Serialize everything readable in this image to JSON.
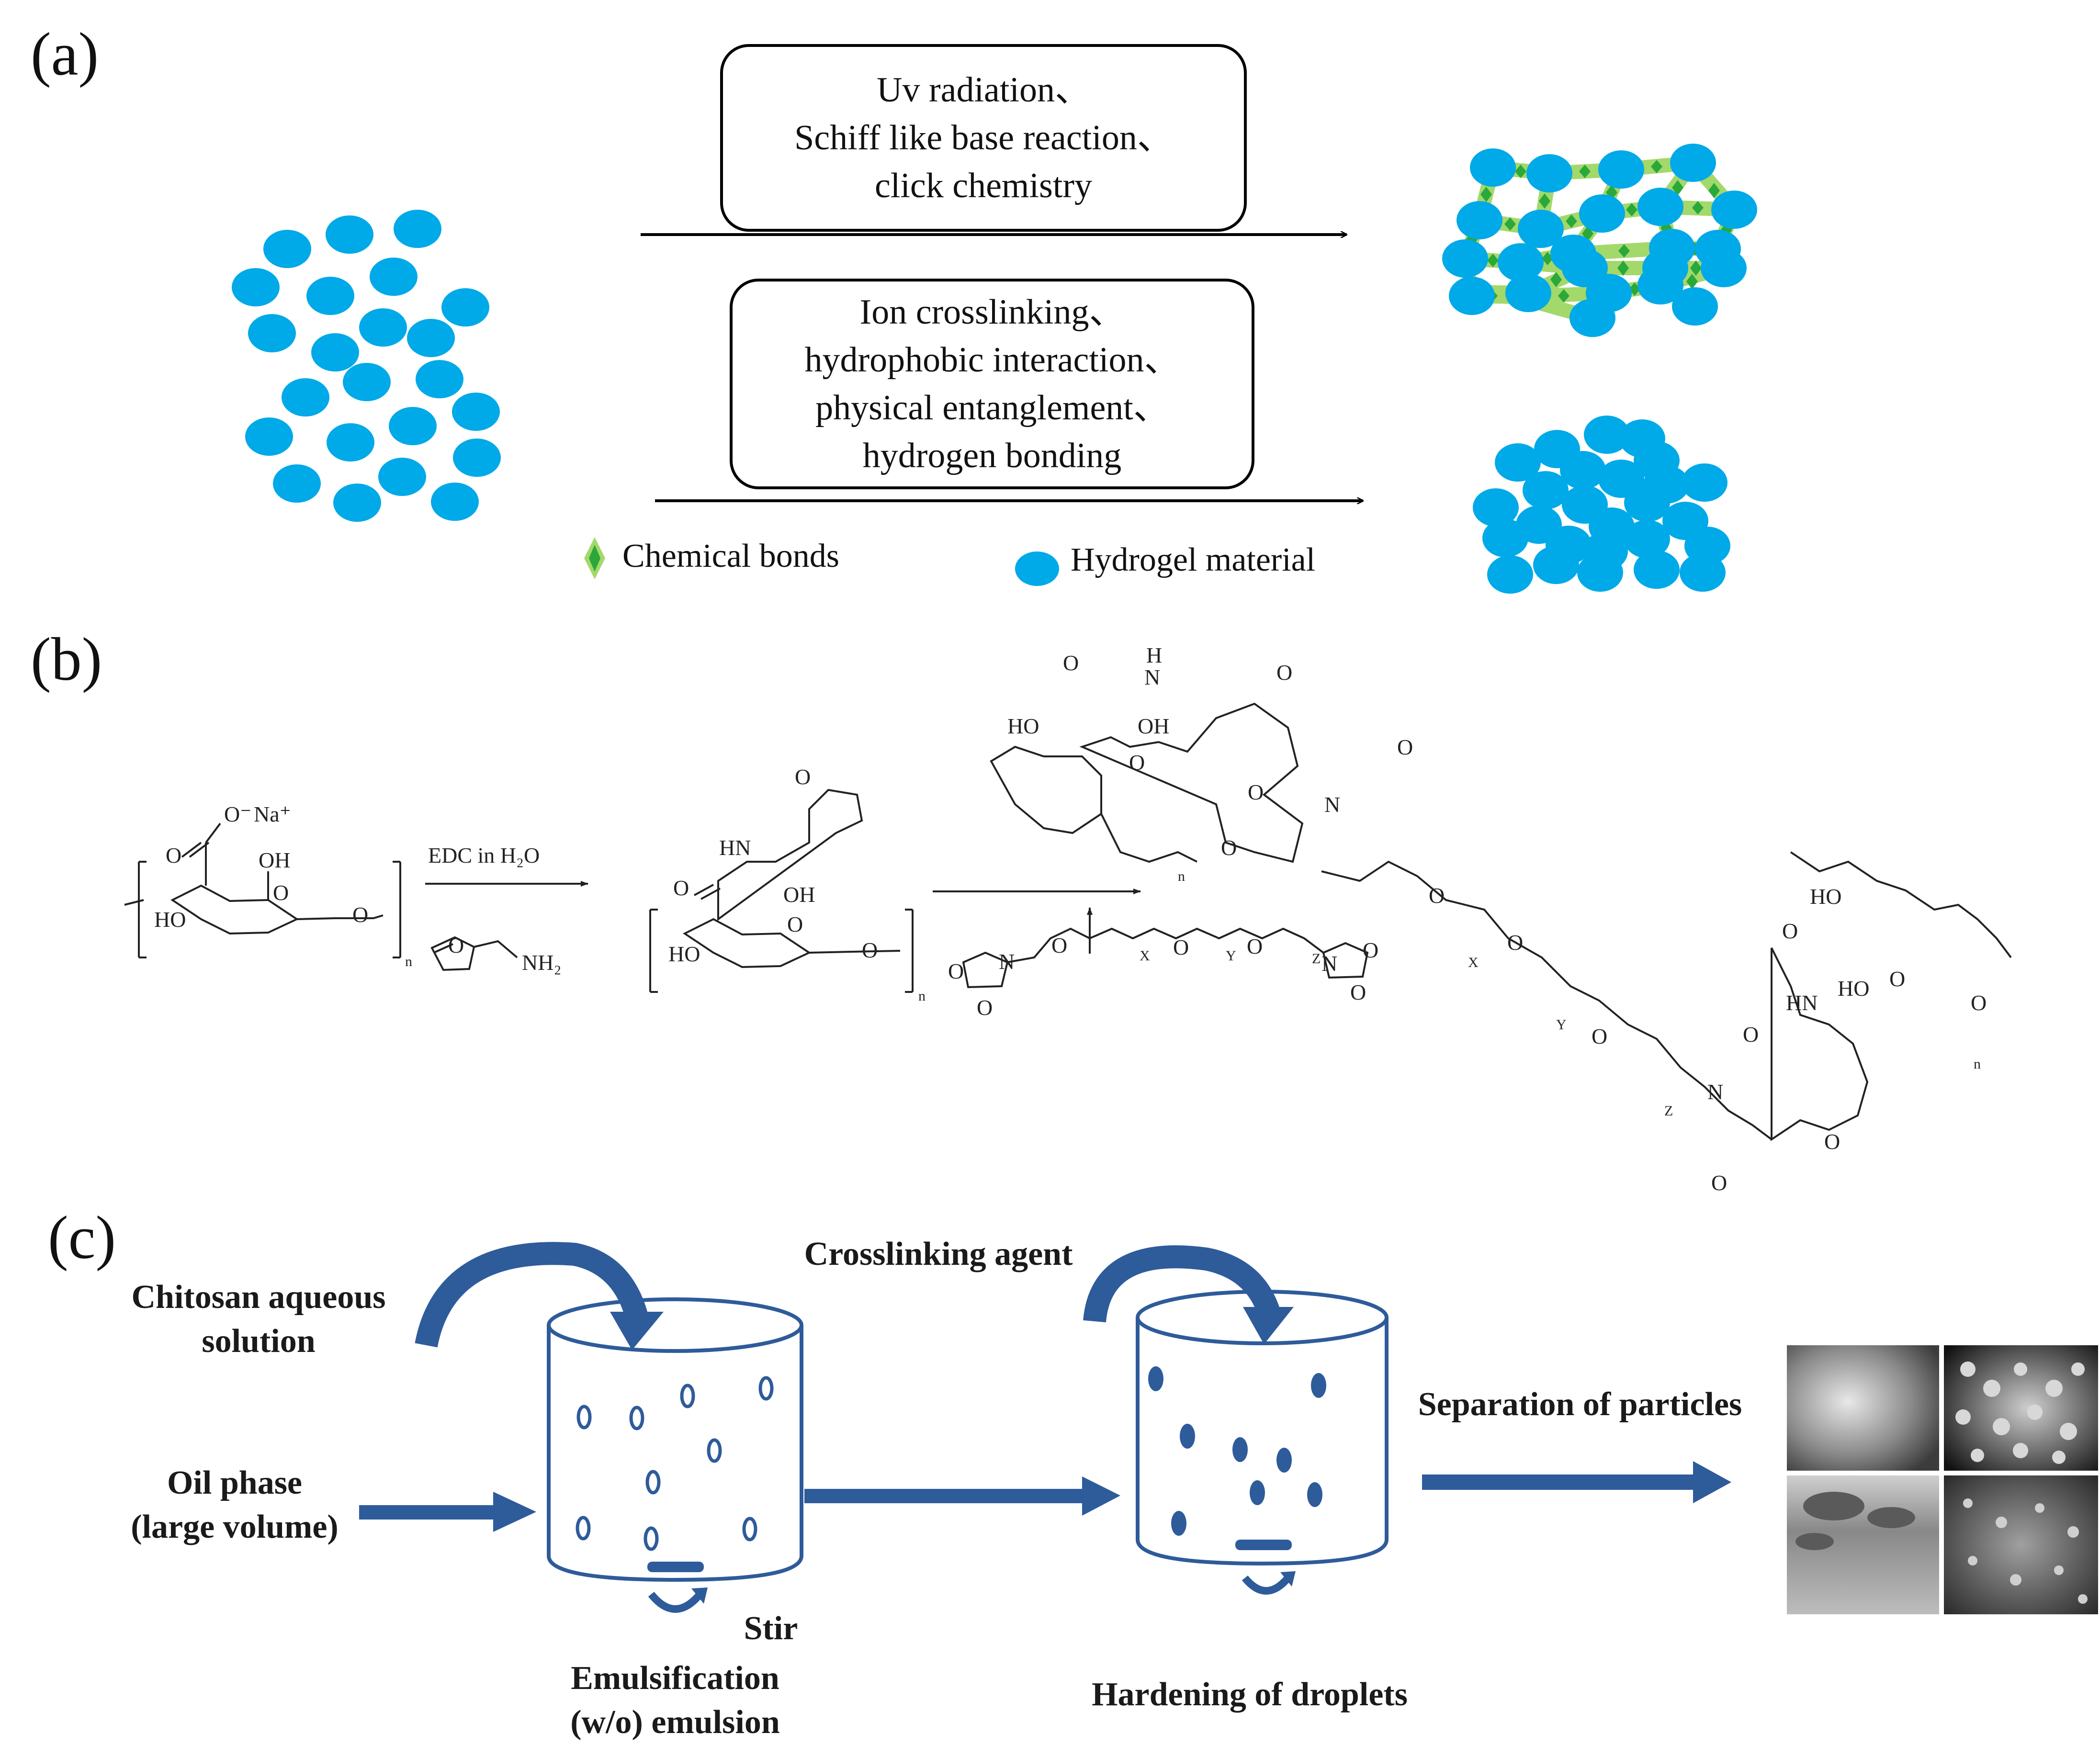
{
  "panels": {
    "a": {
      "label": "(a)",
      "chemical_box": [
        "Uv radiation、",
        "Schiff like base reaction、",
        "click chemistry"
      ],
      "physical_box": [
        "Ion crosslinking、",
        "hydrophobic interaction、",
        "physical entanglement、",
        "hydrogen bonding"
      ],
      "legend": {
        "chemical_bonds": "Chemical bonds",
        "hydrogel_material": "Hydrogel material"
      },
      "colors": {
        "hydrogel": "#00a9e8",
        "bond_dark": "#2aa839",
        "bond_light": "#a3d86a"
      }
    },
    "b": {
      "label": "(b)",
      "reagent": "EDC in H₂O",
      "groups": {
        "o_minus": "O⁻",
        "na_plus": "Na⁺",
        "oh": "OH",
        "ho": "HO",
        "o": "O",
        "hn": "HN",
        "h": "H",
        "n": "N",
        "nh2": "NH₂",
        "sub_n": "n",
        "x": "X",
        "y": "Y",
        "z": "Z"
      }
    },
    "c": {
      "label": "(c)",
      "chitosan": [
        "Chitosan aqueous",
        "solution"
      ],
      "oil_phase": [
        "Oil phase",
        "(large volume)"
      ],
      "crosslinking_agent": "Crosslinking agent",
      "stir": "Stir",
      "emulsification": [
        "Emulsification",
        "(w/o) emulsion"
      ],
      "hardening": "Hardening of droplets",
      "separation": "Separation of particles",
      "colors": {
        "arrow": "#2e5b9a",
        "droplet": "#2e5b9a"
      }
    }
  }
}
